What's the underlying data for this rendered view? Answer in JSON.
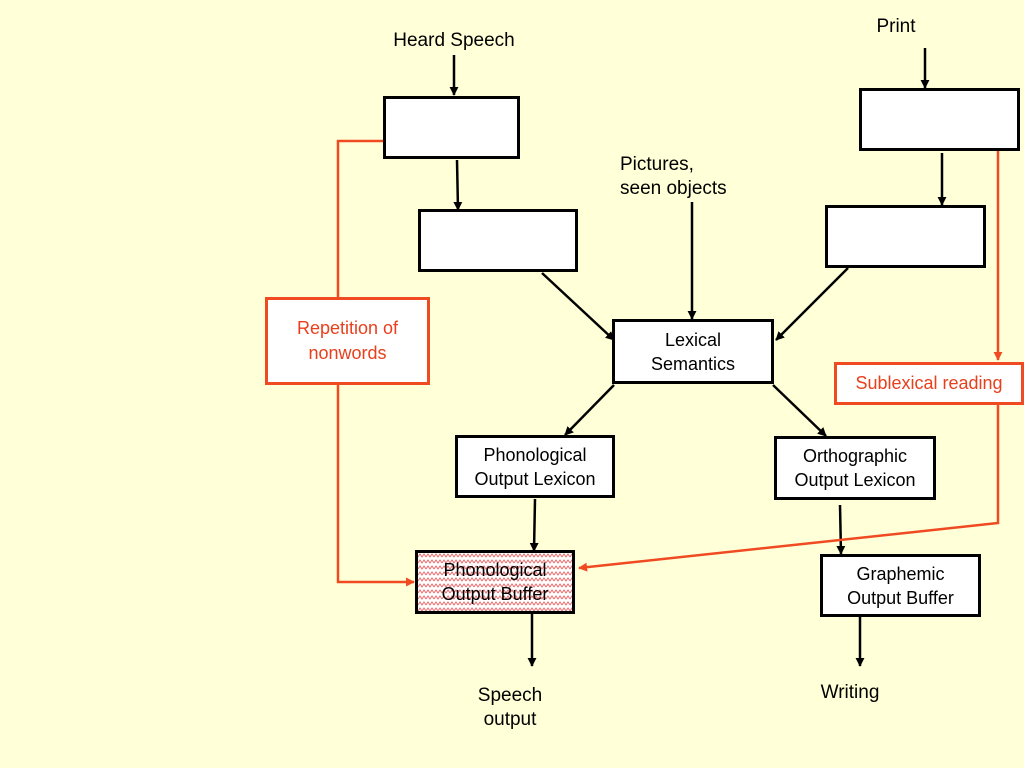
{
  "colors": {
    "background": "#ffffd8",
    "lexical_route": "#000000",
    "sublexical_route": "#ef4a22"
  },
  "inputs": {
    "heard_speech": "Heard Speech",
    "print": "Print",
    "pictures": "Pictures,\nseen objects"
  },
  "nodes": {
    "auditory_box_1": "",
    "auditory_box_2": "",
    "visual_box_1": "",
    "visual_box_2": "",
    "lexical_semantics": "Lexical\nSemantics",
    "phonological_output_lexicon": "Phonological\nOutput Lexicon",
    "orthographic_output_lexicon": "Orthographic\nOutput Lexicon",
    "phonological_output_buffer": "Phonological\nOutput Buffer",
    "graphemic_output_buffer": "Graphemic\nOutput Buffer"
  },
  "routes": {
    "repetition_of_nonwords": "Repetition of\nnonwords",
    "sublexical_reading": "Sublexical reading"
  },
  "outputs": {
    "speech_output": "Speech\noutput",
    "writing": "Writing"
  }
}
